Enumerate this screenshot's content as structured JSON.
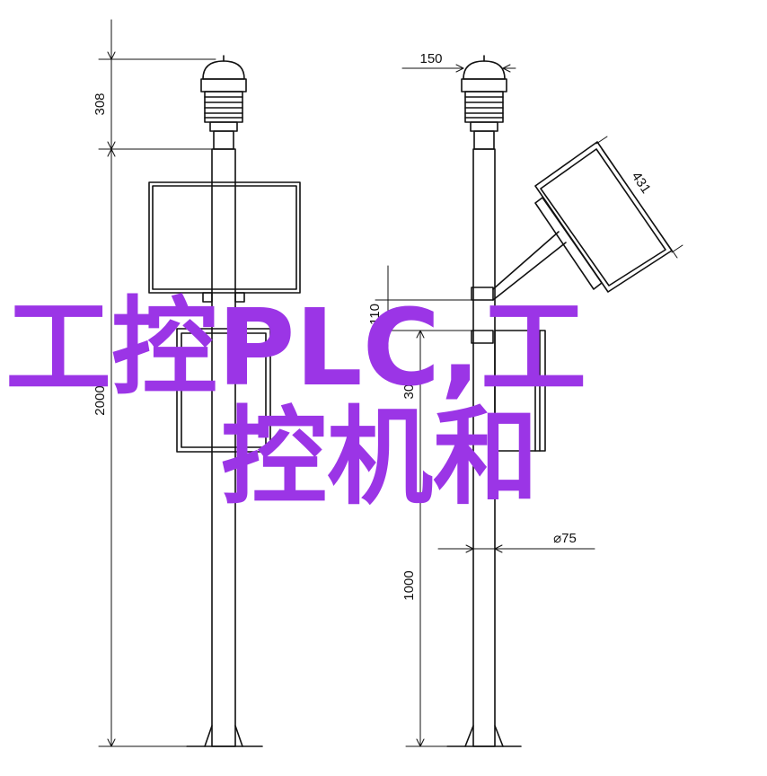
{
  "overlay": {
    "line1": "工控PLC,工",
    "line2": "控机和"
  },
  "dimensions": {
    "left_top_height": "308",
    "left_total_height": "2000",
    "right_top_width": "150",
    "panel_width": "431",
    "bracket_gap": "110",
    "box_offset": "300",
    "pole_diameter": "⌀75",
    "lower_height": "1000"
  },
  "colors": {
    "overlay_text": "#9b35e6",
    "line": "#111111",
    "background": "#ffffff"
  }
}
